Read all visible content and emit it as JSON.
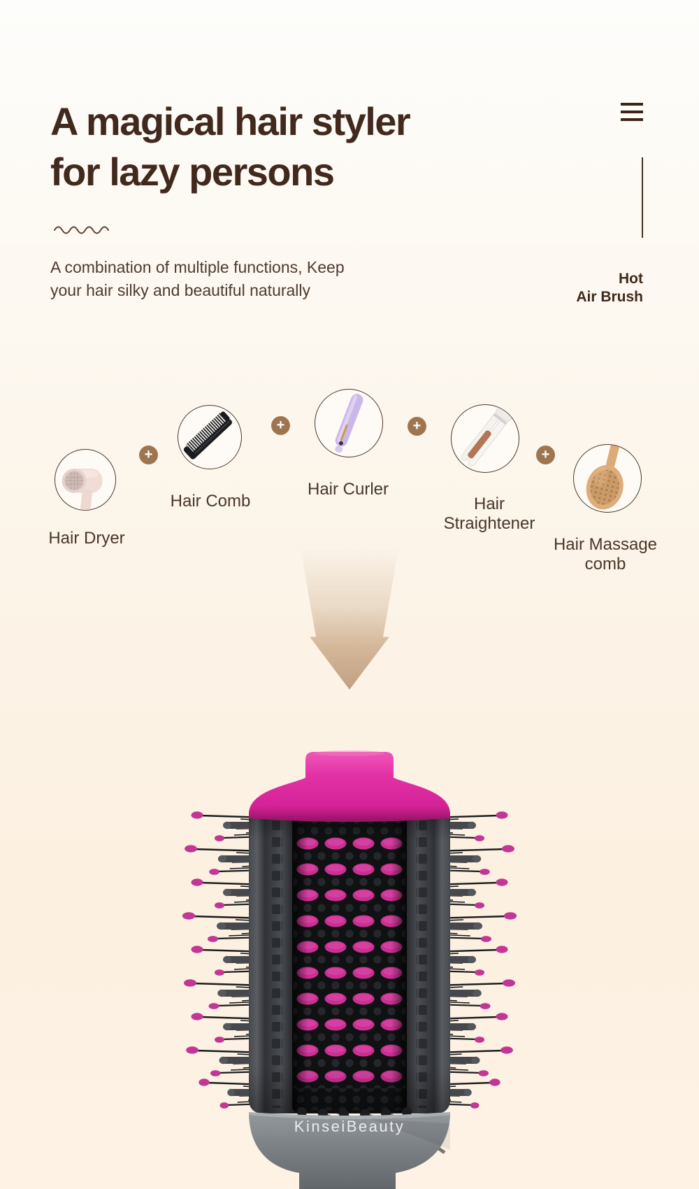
{
  "header": {
    "title_line1": "A magical hair styler",
    "title_line2": "for lazy persons",
    "subtitle_line1": "A combination of multiple functions, Keep",
    "subtitle_line2": "your hair silky and beautiful naturally",
    "corner_label_line1": "Hot",
    "corner_label_line2": "Air Brush"
  },
  "tools": {
    "plus": "+",
    "items": [
      {
        "label": "Hair Dryer",
        "icon": "hair-dryer-icon"
      },
      {
        "label": "Hair Comb",
        "icon": "hair-comb-icon"
      },
      {
        "label": "Hair Curler",
        "icon": "hair-curler-icon"
      },
      {
        "label_line1": "Hair",
        "label_line2": "Straightener",
        "icon": "hair-straightener-icon"
      },
      {
        "label_line1": "Hair Massage",
        "label_line2": "comb",
        "icon": "hair-massage-comb-icon"
      }
    ]
  },
  "product": {
    "brand": "KinseiBeauty",
    "arrow_icon": "down-arrow-icon"
  },
  "colors": {
    "heading_brown": "#42291d",
    "accent_tan": "#9f7550",
    "product_pink": "#e331a6",
    "bristle_pink": "#cb2f92",
    "handle_gray": "#7c8185",
    "bg_top": "#fdfdfb",
    "bg_bottom": "#fdf2e4"
  }
}
